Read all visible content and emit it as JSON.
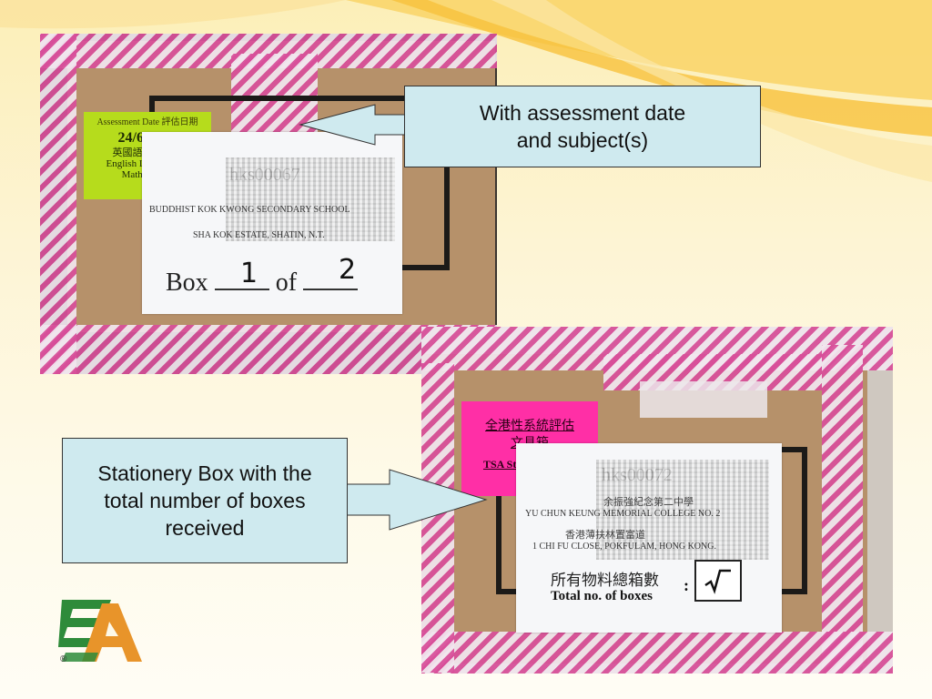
{
  "colors": {
    "callout_fill": "#cfeaef",
    "green_label": "#b6dc1c",
    "pink_label": "#ff2fa6",
    "tape_pink": "#d84f9a",
    "cardboard": "#b6916a",
    "logo_green": "#2e8b3a",
    "logo_orange": "#e8942a"
  },
  "callout_top": {
    "line1": "With assessment date",
    "line2": "and subject(s)"
  },
  "callout_bottom": {
    "line1": "Stationery Box with the",
    "line2": "total number of boxes",
    "line3": "received"
  },
  "photo_top": {
    "assessment_label": {
      "heading": "Assessment Date 評估日期",
      "date": "24/6/2009",
      "subject_zh": "英國語文及數學",
      "subject_en_1": "English Language &",
      "subject_en_2": "Mathematics"
    },
    "school_label": {
      "code": "hks00067",
      "name_en": "BUDDHIST KOK KWONG SECONDARY SCHOOL",
      "address_en": "SHA KOK ESTATE, SHATIN, N.T.",
      "box_word": "Box",
      "of_word": "of",
      "box_number": "1",
      "box_total": "2"
    }
  },
  "photo_bottom": {
    "stationery_label": {
      "line1": "全港性系統評估",
      "line2": "文具箱",
      "line3": "TSA Stationery Box"
    },
    "school_label": {
      "code": "hks00072",
      "name_zh": "余振強紀念第二中學",
      "name_en": "YU CHUN KEUNG MEMORIAL COLLEGE NO. 2",
      "address_zh": "香港薄扶林置富道",
      "address_en": "1 CHI FU CLOSE, POKFULAM, HONG KONG.",
      "total_zh": "所有物料總箱數",
      "total_en": "Total no. of boxes",
      "colon": ":"
    }
  },
  "logo": {
    "registered": "®",
    "icon": "hkeaa-logo-icon"
  }
}
